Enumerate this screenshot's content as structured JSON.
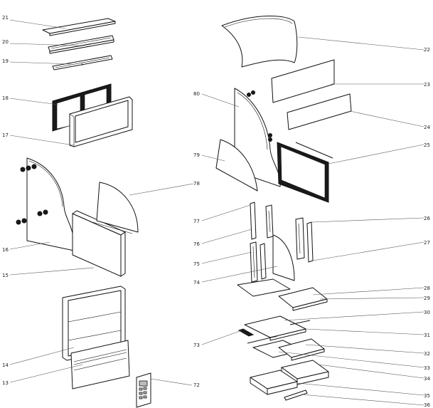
{
  "callouts": [
    {
      "id": "c21",
      "text": "21"
    },
    {
      "id": "c20",
      "text": "20"
    },
    {
      "id": "c19",
      "text": "19"
    },
    {
      "id": "c18",
      "text": "18"
    },
    {
      "id": "c17",
      "text": "17"
    },
    {
      "id": "c16",
      "text": "16"
    },
    {
      "id": "c15",
      "text": "15"
    },
    {
      "id": "c14",
      "text": "14"
    },
    {
      "id": "c13",
      "text": "13"
    },
    {
      "id": "c72",
      "text": "72"
    },
    {
      "id": "c78",
      "text": "78"
    },
    {
      "id": "c80",
      "text": "80"
    },
    {
      "id": "c79",
      "text": "79"
    },
    {
      "id": "c77",
      "text": "77"
    },
    {
      "id": "c76",
      "text": "76"
    },
    {
      "id": "c75",
      "text": "75"
    },
    {
      "id": "c74",
      "text": "74"
    },
    {
      "id": "c73",
      "text": "73"
    },
    {
      "id": "c22",
      "text": "22"
    },
    {
      "id": "c23",
      "text": "23"
    },
    {
      "id": "c24",
      "text": "24"
    },
    {
      "id": "c25",
      "text": "25"
    },
    {
      "id": "c26",
      "text": "26"
    },
    {
      "id": "c27",
      "text": "27"
    },
    {
      "id": "c28",
      "text": "28"
    },
    {
      "id": "c29",
      "text": "29"
    },
    {
      "id": "c30",
      "text": "30"
    },
    {
      "id": "c31",
      "text": "31"
    },
    {
      "id": "c32",
      "text": "32"
    },
    {
      "id": "c33",
      "text": "33"
    },
    {
      "id": "c34",
      "text": "34"
    },
    {
      "id": "c35",
      "text": "35"
    },
    {
      "id": "c36",
      "text": "36"
    }
  ],
  "colors": {
    "ink": "#111111",
    "leader": "#555555",
    "paper": "#ffffff"
  }
}
